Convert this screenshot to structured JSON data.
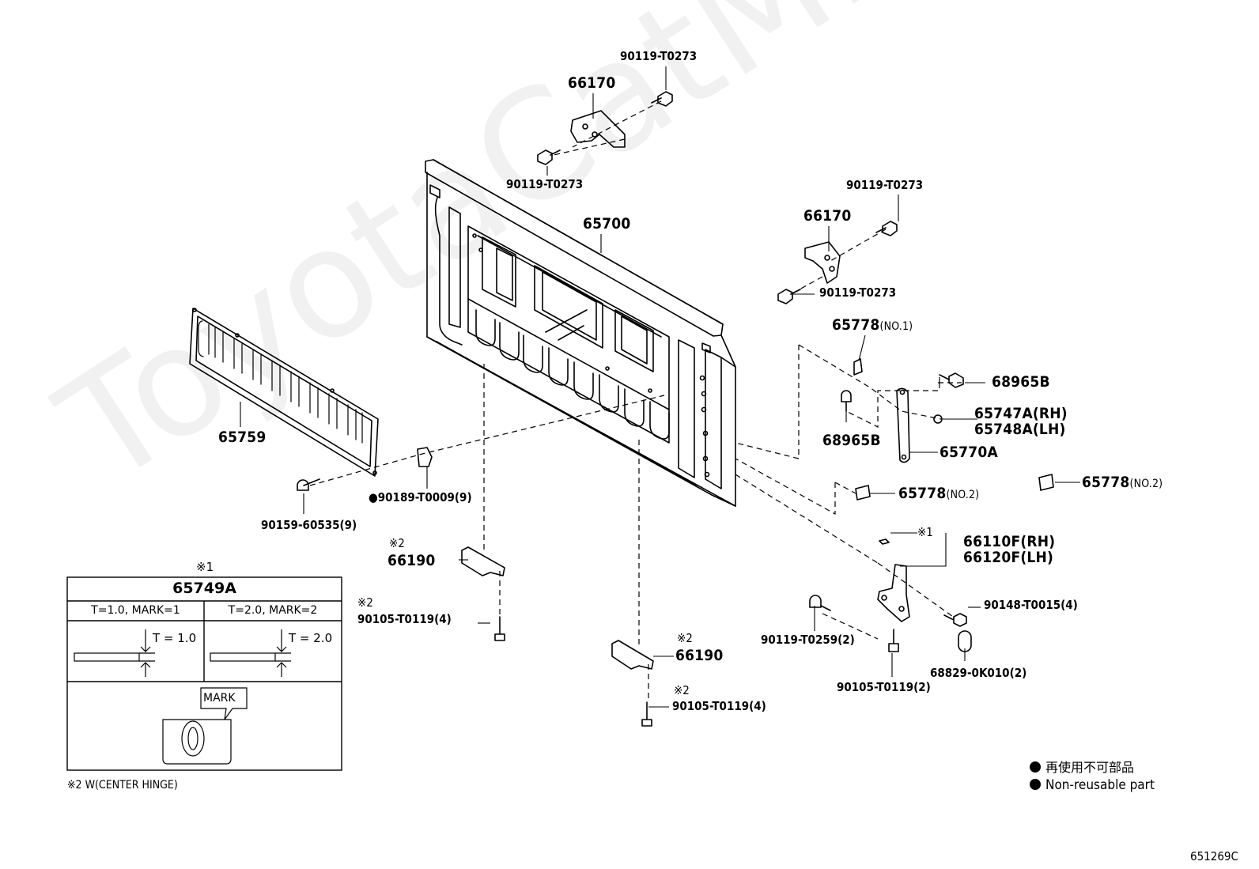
{
  "watermark": "ToyotaCatMine.ru",
  "diagram_code": "651269C",
  "parts": {
    "bolt_top_1": "90119-T0273",
    "hinge_top_1": "66170",
    "bolt_top_2": "90119-T0273",
    "tailgate": "65700",
    "bolt_right_1": "90119-T0273",
    "hinge_right": "66170",
    "bolt_right_2": "90119-T0273",
    "stopper_no1": "65778",
    "stopper_no1_note": "(NO.1)",
    "bolt_68965b_a": "68965B",
    "bolt_68965b_b": "68965B",
    "bracket_rh": "65747A(RH)",
    "bracket_lh": "65748A(LH)",
    "link": "65770A",
    "stopper_no2_a": "65778",
    "stopper_no2_a_note": "(NO.2)",
    "stopper_no2_b": "65778",
    "stopper_no2_b_note": "(NO.2)",
    "panel": "65759",
    "clip": "●90189-T0009(9)",
    "screw": "90159-60535(9)",
    "center_hinge_a_mark": "※2",
    "center_hinge_a": "66190",
    "center_bolt_a_mark": "※2",
    "center_bolt_a": "90105-T0119(4)",
    "center_hinge_b_mark": "※2",
    "center_hinge_b": "66190",
    "center_bolt_b_mark": "※2",
    "center_bolt_b": "90105-T0119(4)",
    "shim_mark": "※1",
    "hinge_rh": "66110F(RH)",
    "hinge_lh": "66120F(LH)",
    "bolt_hinge": "90148-T0015(4)",
    "bolt_lower": "90119-T0259(2)",
    "bushing": "68829-0K010(2)",
    "bolt_lower_2": "90105-T0119(2)"
  },
  "shim_table": {
    "note_mark": "※1",
    "part": "65749A",
    "col1": "T=1.0, MARK=1",
    "col2": "T=2.0, MARK=2",
    "t1": "T = 1.0",
    "t2": "T = 2.0",
    "mark_label": "MARK"
  },
  "footnote": "※2  W(CENTER HINGE)",
  "legend": {
    "jp": "再使用不可部品",
    "en": "Non-reusable part"
  }
}
